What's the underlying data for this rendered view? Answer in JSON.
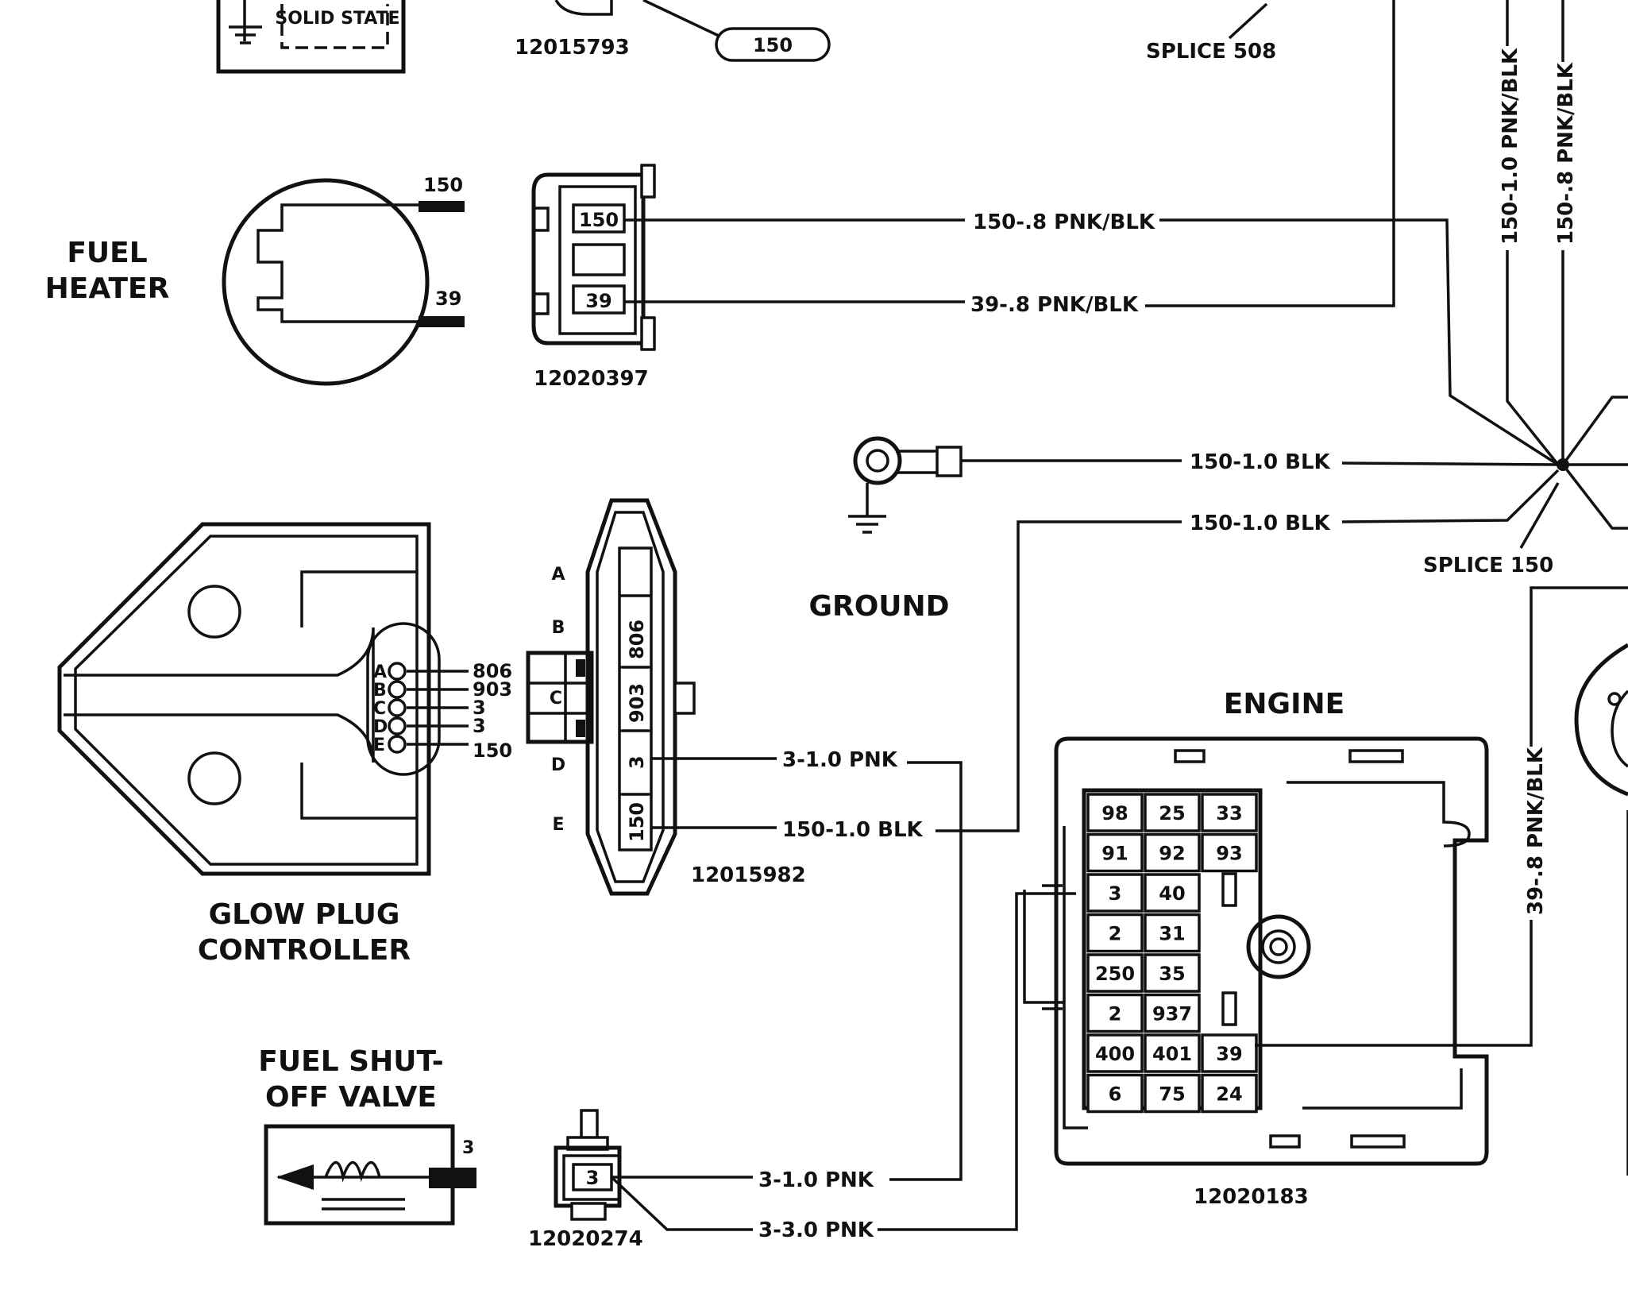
{
  "components": {
    "solid_state": "SOLID STATE",
    "fuel_heater": [
      "FUEL",
      "HEATER"
    ],
    "ground": "GROUND",
    "glow_plug_controller": [
      "GLOW PLUG",
      "CONTROLLER"
    ],
    "fuel_shutoff_valve": [
      "FUEL SHUT-",
      "OFF VALVE"
    ],
    "engine": "ENGINE"
  },
  "connectors": {
    "top_part": "12015793",
    "fuel_heater_connector": "12020397",
    "glow_plug_connector": "12015982",
    "fuel_valve_connector": "12020274",
    "engine_connector": "12020183"
  },
  "splices": {
    "splice_508": "SPLICE 508",
    "splice_150": "SPLICE 150",
    "splice_tag": "150"
  },
  "fuel_heater_terminals": [
    "150",
    "39"
  ],
  "fuel_heater_cavities": [
    "150",
    "39"
  ],
  "glow_plug_controller_pins": [
    {
      "letter": "A",
      "circuit": "806"
    },
    {
      "letter": "B",
      "circuit": "903"
    },
    {
      "letter": "C",
      "circuit": "3"
    },
    {
      "letter": "D",
      "circuit": "3"
    },
    {
      "letter": "E",
      "circuit": "150"
    }
  ],
  "glow_plug_connector_letters": [
    "A",
    "B",
    "C",
    "D",
    "E"
  ],
  "glow_plug_connector_cavities": [
    "806",
    "903",
    "3",
    "150"
  ],
  "glow_plug_side_latch": "C",
  "fuel_valve_terminal": "3",
  "fuel_valve_cavity": "3",
  "wires": {
    "heater_150": "150-.8 PNK/BLK",
    "heater_39": "39-.8 PNK/BLK",
    "ground_1": "150-1.0 BLK",
    "ground_2": "150-1.0 BLK",
    "gpc_d": "3-1.0 PNK",
    "gpc_e": "150-1.0 BLK",
    "valve_1": "3-1.0 PNK",
    "valve_2": "3-3.0 PNK",
    "vertical_1": "150-1.0 PNK/BLK",
    "vertical_2": "150-.8 PNK/BLK",
    "vertical_39": "39-.8 PNK/BLK"
  },
  "engine_cavities": [
    [
      "98",
      "25",
      "33"
    ],
    [
      "91",
      "92",
      "93"
    ],
    [
      "3",
      "40"
    ],
    [
      "2",
      "31"
    ],
    [
      "250",
      "35"
    ],
    [
      "2",
      "937"
    ],
    [
      "400",
      "401",
      "39"
    ],
    [
      "6",
      "75",
      "24"
    ]
  ]
}
